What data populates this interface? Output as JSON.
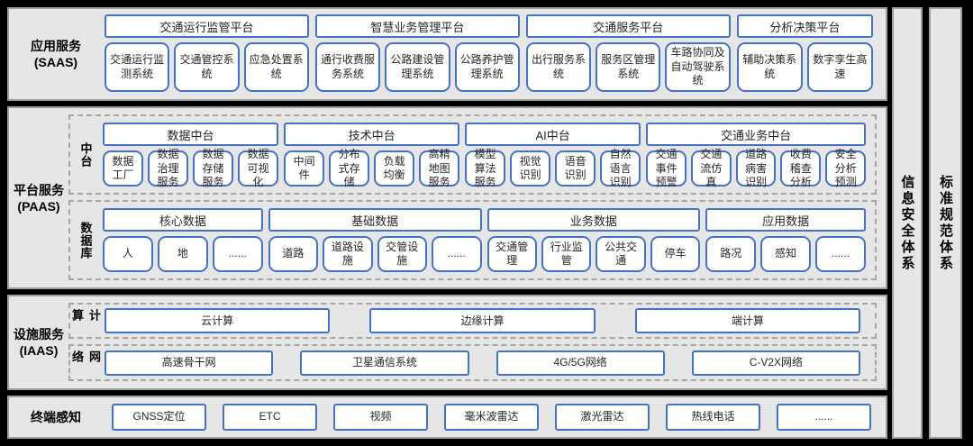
{
  "colors": {
    "accent_blue": "#4472C4",
    "panel_bg": "#E7E6E6",
    "panel_border": "#9E9E9E",
    "background": "#000000"
  },
  "layers": {
    "saas": {
      "label_line1": "应用服务",
      "label_line2": "(SAAS)",
      "groups": [
        {
          "platform": "交通运行监管平台",
          "systems": [
            "交通运行监测系统",
            "交通管控系统",
            "应急处置系统"
          ]
        },
        {
          "platform": "智慧业务管理平台",
          "systems": [
            "通行收费服务系统",
            "公路建设管理系统",
            "公路养护管理系统"
          ]
        },
        {
          "platform": "交通服务平台",
          "systems": [
            "出行服务系统",
            "服务区管理系统",
            "车路协同及自动驾驶系统"
          ]
        },
        {
          "platform": "分析决策平台",
          "systems": [
            "辅助决策系统",
            "数字孪生高速"
          ]
        }
      ]
    },
    "paas": {
      "label_line1": "平台服务",
      "label_line2": "(PAAS)",
      "sections": [
        {
          "label": "中台",
          "groups": [
            {
              "platform": "数据中台",
              "systems": [
                "数据工厂",
                "数据治理服务",
                "数据存储服务",
                "数据可视化"
              ]
            },
            {
              "platform": "技术中台",
              "systems": [
                "中间件",
                "分布式存储",
                "负载均衡",
                "高精地图服务"
              ]
            },
            {
              "platform": "AI中台",
              "systems": [
                "模型算法服务",
                "视觉识别",
                "语音识别",
                "自然语言识别"
              ]
            },
            {
              "platform": "交通业务中台",
              "systems": [
                "交通事件预警",
                "交通流仿真",
                "道路病害识别",
                "收费稽查分析",
                "安全分析预测"
              ]
            }
          ]
        },
        {
          "label": "数据库",
          "groups": [
            {
              "platform": "核心数据",
              "systems": [
                "人",
                "地",
                "......"
              ]
            },
            {
              "platform": "基础数据",
              "systems": [
                "道路",
                "道路设施",
                "交管设施",
                "......"
              ]
            },
            {
              "platform": "业务数据",
              "systems": [
                "交通管理",
                "行业监管",
                "公共交通",
                "停车"
              ]
            },
            {
              "platform": "应用数据",
              "systems": [
                "路况",
                "感知",
                "......"
              ]
            }
          ]
        }
      ]
    },
    "iaas": {
      "label_line1": "设施服务",
      "label_line2": "(IAAS)",
      "sections": [
        {
          "label": "计算",
          "boxes": [
            "云计算",
            "边缘计算",
            "端计算"
          ]
        },
        {
          "label": "网络",
          "boxes": [
            "高速骨干网",
            "卫星通信系统",
            "4G/5G网络",
            "C-V2X网络"
          ]
        }
      ]
    },
    "terminal": {
      "label": "终端感知",
      "boxes": [
        "GNSS定位",
        "ETC",
        "视频",
        "毫米波雷达",
        "激光雷达",
        "热线电话",
        "......"
      ]
    }
  },
  "side_bars": [
    {
      "label": "信息安全体系"
    },
    {
      "label": "标准规范体系"
    }
  ]
}
